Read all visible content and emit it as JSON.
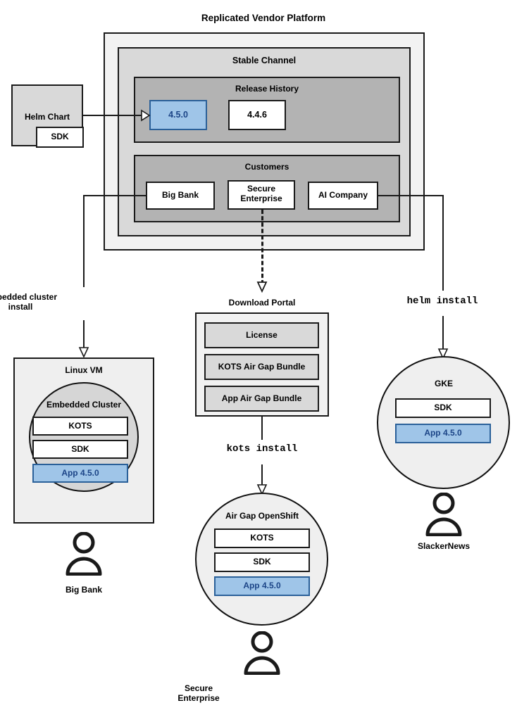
{
  "diagram": {
    "title": "Replicated Vendor Platform",
    "platform": {
      "channel_label": "Stable Channel",
      "release_history": {
        "label": "Release History",
        "releases": [
          {
            "version": "4.5.0",
            "highlighted": true
          },
          {
            "version": "4.4.6",
            "highlighted": false
          }
        ]
      },
      "customers": {
        "label": "Customers",
        "items": [
          {
            "name": "Big Bank"
          },
          {
            "name": "Secure\nEnterprise"
          },
          {
            "name": "AI Company"
          }
        ]
      }
    },
    "helm_chart": {
      "label": "Helm Chart",
      "sdk_label": "SDK"
    },
    "download_portal": {
      "label": "Download Portal",
      "artifacts": [
        "License",
        "KOTS Air Gap Bundle",
        "App Air Gap Bundle"
      ]
    },
    "connectors": {
      "embedded_cluster_install": "Embedded cluster\ninstall",
      "kots_install": "kots install",
      "helm_install": "helm install"
    },
    "targets": [
      {
        "id": "linux-vm",
        "host_label": "Linux VM",
        "inner_label": "Embedded Cluster",
        "components": [
          {
            "label": "KOTS",
            "highlighted": false
          },
          {
            "label": "SDK",
            "highlighted": false
          },
          {
            "label": "App 4.5.0",
            "highlighted": true
          }
        ],
        "user_label": "Big Bank"
      },
      {
        "id": "air-gap-openshift",
        "host_label": "Air Gap OpenShift",
        "components": [
          {
            "label": "KOTS",
            "highlighted": false
          },
          {
            "label": "SDK",
            "highlighted": false
          },
          {
            "label": "App 4.5.0",
            "highlighted": true
          }
        ],
        "user_label": "Secure\nEnterprise"
      },
      {
        "id": "gke",
        "host_label": "GKE",
        "components": [
          {
            "label": "SDK",
            "highlighted": false
          },
          {
            "label": "App 4.5.0",
            "highlighted": true
          }
        ],
        "user_label": "SlackerNews"
      }
    ],
    "colors": {
      "accent_blue_fill": "#9fc5e8",
      "accent_blue_border": "#2a6099",
      "accent_blue_text": "#1c4587",
      "platform_bg": "#f2f2f2",
      "channel_bg": "#d9d9d9",
      "section_bg": "#b3b3b3",
      "stroke": "#1a1a1a"
    }
  }
}
